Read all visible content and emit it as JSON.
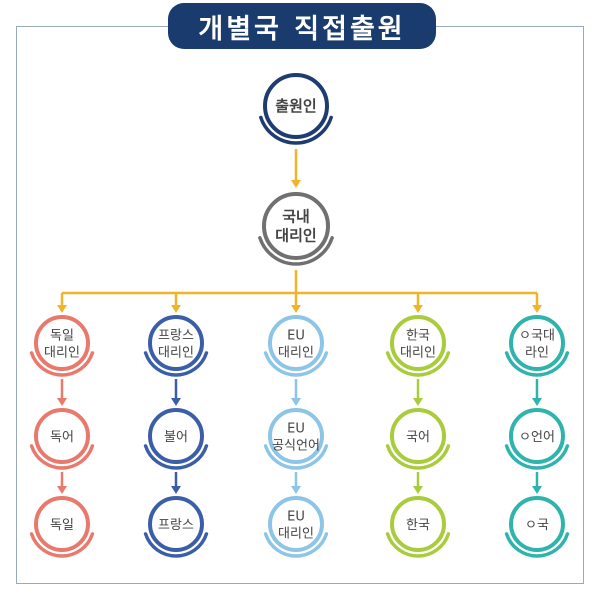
{
  "title": "개별국 직접출원",
  "colors": {
    "title_bg": "#1a3b6e",
    "arrow": "#f0b429",
    "top_node": "#1e3c72",
    "middle_node": "#707070"
  },
  "top_node": {
    "lines": [
      "출원인"
    ]
  },
  "middle_node": {
    "lines": [
      "국내",
      "대리인"
    ]
  },
  "columns": [
    {
      "color": "#e8796c",
      "nodes": [
        {
          "lines": [
            "독일",
            "대리인"
          ]
        },
        {
          "lines": [
            "독어"
          ]
        },
        {
          "lines": [
            "독일"
          ]
        }
      ]
    },
    {
      "color": "#3b5ea8",
      "nodes": [
        {
          "lines": [
            "프랑스",
            "대리인"
          ]
        },
        {
          "lines": [
            "불어"
          ]
        },
        {
          "lines": [
            "프랑스"
          ]
        }
      ]
    },
    {
      "color": "#8dc5e8",
      "nodes": [
        {
          "lines": [
            "EU",
            "대리인"
          ]
        },
        {
          "lines": [
            "EU",
            "공식언어"
          ]
        },
        {
          "lines": [
            "EU",
            "대리인"
          ]
        }
      ]
    },
    {
      "color": "#a8cc3c",
      "nodes": [
        {
          "lines": [
            "한국",
            "대리인"
          ]
        },
        {
          "lines": [
            "국어"
          ]
        },
        {
          "lines": [
            "한국"
          ]
        }
      ]
    },
    {
      "color": "#2fb3ad",
      "nodes": [
        {
          "lines": [
            "ㅇ국대",
            "라인"
          ]
        },
        {
          "lines": [
            "ㅇ언어"
          ]
        },
        {
          "lines": [
            "ㅇ국"
          ]
        }
      ]
    }
  ]
}
